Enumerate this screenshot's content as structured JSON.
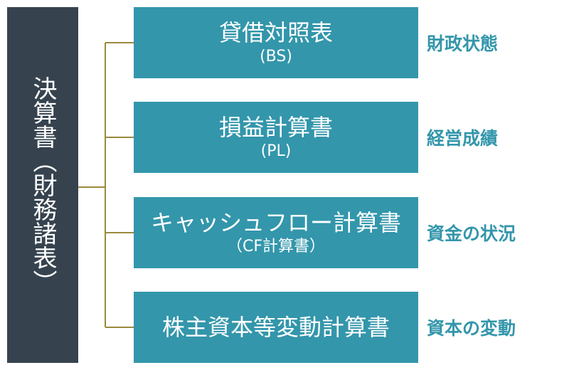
{
  "root": {
    "label": "決算書（財務諸表）"
  },
  "statements": [
    {
      "title": "貸借対照表",
      "subtitle": "(BS)",
      "label": "財政状態"
    },
    {
      "title": "損益計算書",
      "subtitle": "(PL)",
      "label": "経営成績"
    },
    {
      "title": "キャッシュフロー計算書",
      "subtitle": "（CF計算書）",
      "label": "資金の状況"
    },
    {
      "title": "株主資本等変動計算書",
      "subtitle": "",
      "label": "資本の変動"
    }
  ],
  "colors": {
    "root_bg": "#36434f",
    "box_bg": "#3396ab",
    "label_text": "#3396ab",
    "connector": "#9c8a3c"
  }
}
